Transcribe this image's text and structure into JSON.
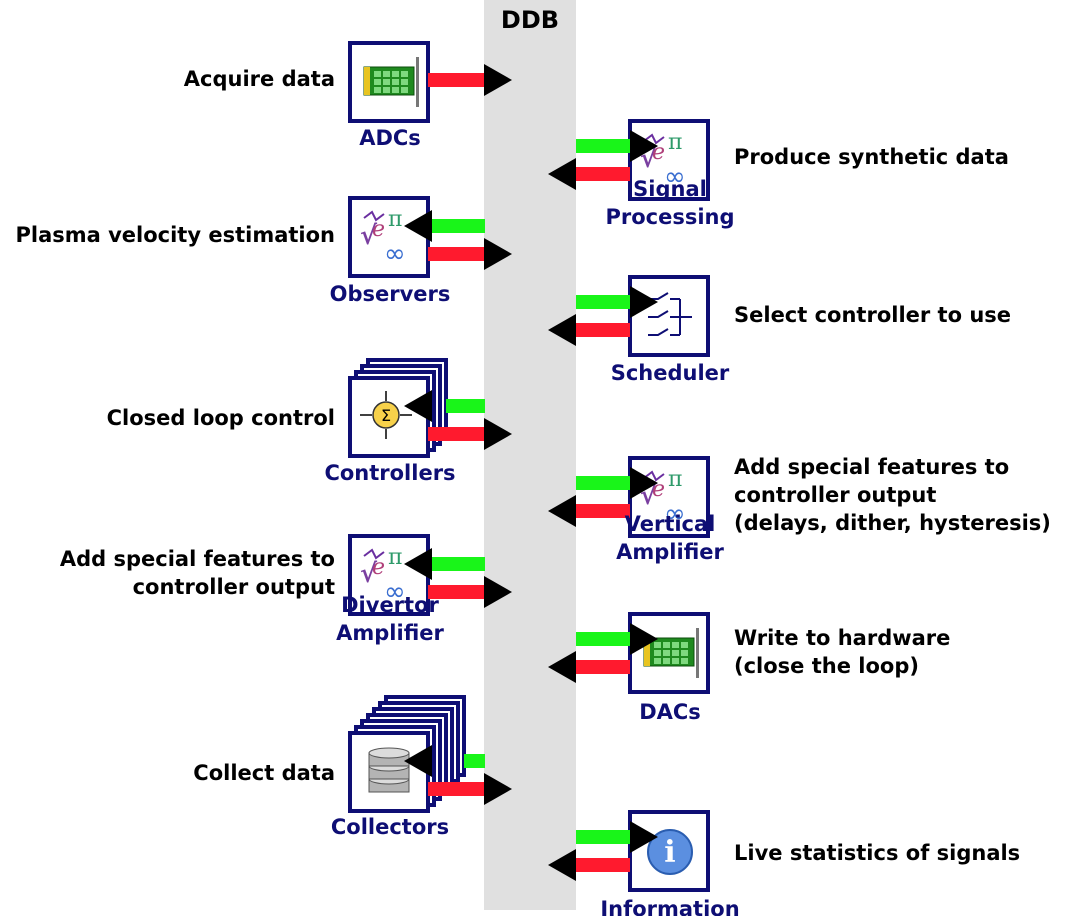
{
  "bus": {
    "label": "DDB"
  },
  "modules": [
    {
      "id": "adcs",
      "name_lines": [
        "ADCs"
      ],
      "description_lines": [
        "Acquire data"
      ],
      "icon": "board-icon"
    },
    {
      "id": "signal-processing",
      "name_lines": [
        "Signal",
        "Processing"
      ],
      "description_lines": [
        "Produce synthetic data"
      ],
      "icon": "math-icon"
    },
    {
      "id": "observers",
      "name_lines": [
        "Observers"
      ],
      "description_lines": [
        "Plasma velocity estimation"
      ],
      "icon": "math-icon"
    },
    {
      "id": "scheduler",
      "name_lines": [
        "Scheduler"
      ],
      "description_lines": [
        "Select controller to use"
      ],
      "icon": "switch-icon"
    },
    {
      "id": "controllers",
      "name_lines": [
        "Controllers"
      ],
      "description_lines": [
        "Closed loop control"
      ],
      "icon": "sum-icon"
    },
    {
      "id": "vertical-amplifier",
      "name_lines": [
        "Vertical",
        "Amplifier"
      ],
      "description_lines": [
        "Add special features to",
        "controller output",
        "(delays, dither, hysteresis)"
      ],
      "icon": "math-icon"
    },
    {
      "id": "divertor-amplifier",
      "name_lines": [
        "Divertor",
        "Amplifier"
      ],
      "description_lines": [
        "Add special features to",
        "controller output"
      ],
      "icon": "math-icon"
    },
    {
      "id": "dacs",
      "name_lines": [
        "DACs"
      ],
      "description_lines": [
        "Write to hardware",
        "(close the loop)"
      ],
      "icon": "board-icon"
    },
    {
      "id": "collectors",
      "name_lines": [
        "Collectors"
      ],
      "description_lines": [
        "Collect data"
      ],
      "icon": "database-icon"
    },
    {
      "id": "information",
      "name_lines": [
        "Information"
      ],
      "description_lines": [
        "Live statistics of signals"
      ],
      "icon": "info-icon"
    }
  ],
  "colors": {
    "module_border": "#0e0e74",
    "module_label": "#0e0e74",
    "bus_fill": "#e0e0e0",
    "read_arrow": "#19f519",
    "write_arrow": "#ff1a2e"
  }
}
